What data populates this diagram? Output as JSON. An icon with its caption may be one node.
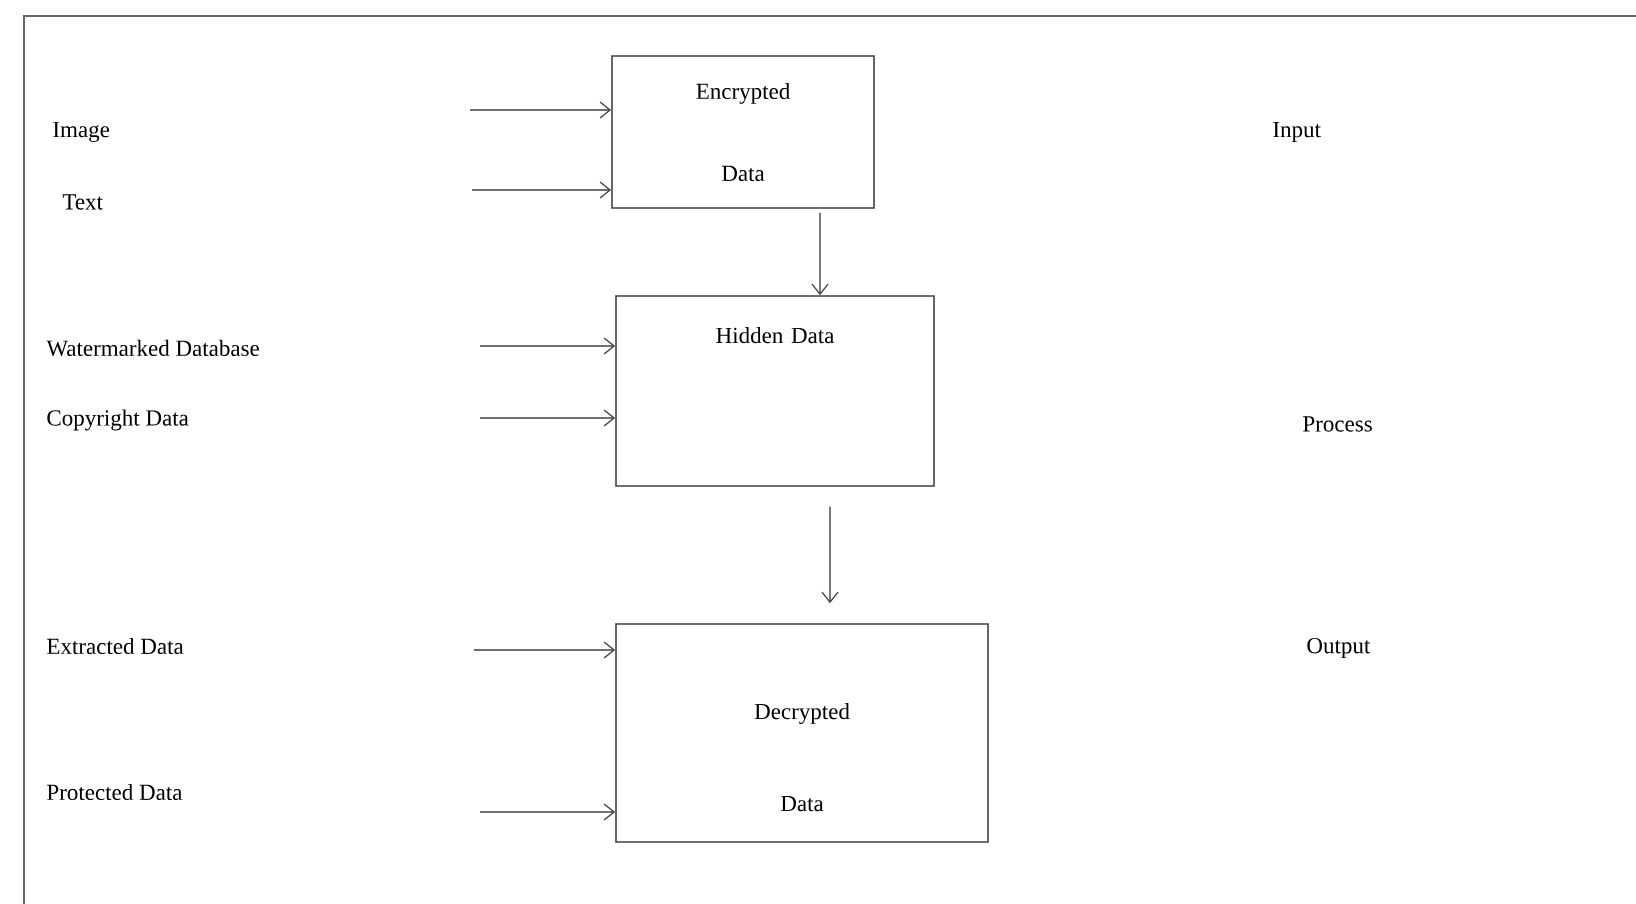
{
  "diagram": {
    "nodes": [
      {
        "text": [
          "Encrypted Data"
        ]
      },
      {
        "text": [
          "Hidden Data"
        ]
      },
      {
        "text": [
          "Decrypted Data"
        ]
      }
    ],
    "edges": [
      {
        "from": null,
        "to": 0,
        "arrow": "to"
      },
      {
        "from": null,
        "to": 0,
        "arrow": "to"
      },
      {
        "from": 0,
        "to": 1,
        "arrow": "to"
      },
      {
        "from": null,
        "to": 1,
        "arrow": "to"
      },
      {
        "from": null,
        "to": 1,
        "arrow": "to"
      },
      {
        "from": 1,
        "to": 2,
        "arrow": "to"
      },
      {
        "from": null,
        "to": 2,
        "arrow": "to"
      },
      {
        "from": null,
        "to": 2,
        "arrow": "to"
      }
    ],
    "labels": [
      "Image",
      "Input",
      "Text",
      "Watermarked Database",
      "Copyright Data",
      "Process",
      "Extracted Data",
      "Output",
      "Protected Data"
    ]
  }
}
